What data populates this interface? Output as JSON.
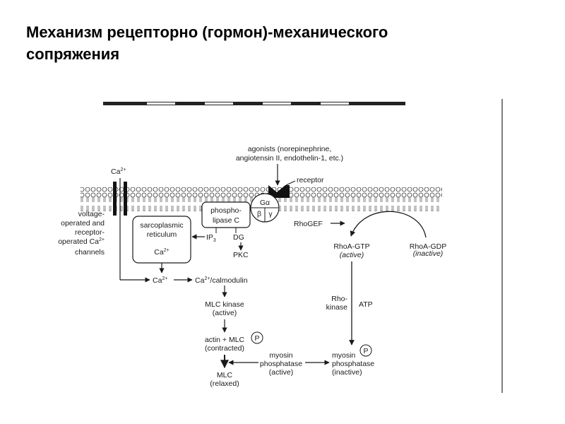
{
  "slide": {
    "title_line1": "Механизм рецепторно (гормон)-механического",
    "title_line2": "сопряжения"
  },
  "diagram": {
    "agonists_line1": "agonists (norepinephrine,",
    "agonists_line2": "angiotensin II, endothelin-1, etc.)",
    "receptor": "receptor",
    "ca_top": "Ca",
    "ca_top_sup": "2+",
    "g_alpha": "Gα",
    "g_beta": "β",
    "g_gamma": "γ",
    "plc_line1": "phospho-",
    "plc_line2": "lipase C",
    "channels_line1": "voltage-",
    "channels_line2": "operated and",
    "channels_line3": "receptor-",
    "channels_line4": "operated Ca",
    "channels_line4_sup": "2+",
    "channels_line5": "channels",
    "sr_line1": "sarcoplasmic",
    "sr_line2": "reticulum",
    "sr_ca": "Ca",
    "sr_ca_sup": "2+",
    "ip3": "IP",
    "ip3_sub": "3",
    "dg": "DG",
    "pkc": "PKC",
    "ca_mid": "Ca",
    "ca_mid_sup": "2+",
    "ca_calmodulin": "Ca",
    "ca_calmodulin_sup": "2+",
    "ca_calmodulin_rest": "/calmodulin",
    "mlck_line1": "MLC  kinase",
    "mlck_line2": "(active)",
    "actin_line1": "actin + MLC",
    "actin_line2": "(contracted)",
    "phospho_mark": "P",
    "mlc_line1": "MLC",
    "mlc_line2": "(relaxed)",
    "mp_active_line1": "myosin",
    "mp_active_line2": "phosphatase",
    "mp_active_line3": "(active)",
    "mp_inactive_line1": "myosin",
    "mp_inactive_line2": "phosphatase",
    "mp_inactive_line3": "(inactive)",
    "rhogef": "RhoGEF",
    "rhoa_gtp": "RhoA-GTP",
    "rhoa_gtp_state": "(active)",
    "rhoa_gdp": "RhoA-GDP",
    "rhoa_gdp_state": "(inactive)",
    "rho_kinase_line1": "Rho-",
    "rho_kinase_line2": "kinase",
    "atp": "ATP"
  }
}
